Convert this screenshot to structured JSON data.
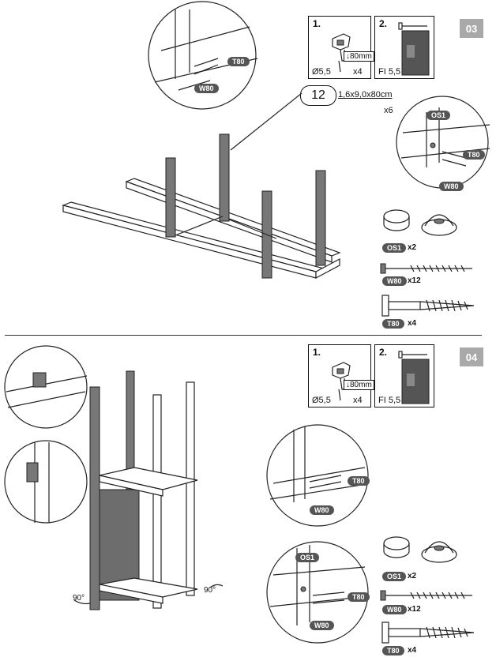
{
  "page": {
    "step_a": "03",
    "step_b": "04",
    "colors": {
      "badge": "#a9a9a9",
      "panel": "#777777",
      "tag": "#555555"
    }
  },
  "step03": {
    "tool1": {
      "num": "1.",
      "drill": "Ø5,5",
      "depth": "80mm",
      "depth_arrow": "↓",
      "qty": "x4"
    },
    "tool2": {
      "num": "2.",
      "screw": "FI 5,5"
    },
    "callout": {
      "number": "12",
      "dims": "1,6x9,0x80cm",
      "qty": "x6"
    },
    "detail_labels": {
      "t80": "T80",
      "w80": "W80",
      "os1": "OS1"
    },
    "parts": [
      {
        "code": "OS1",
        "qty": "x2",
        "icon": "cap-icon"
      },
      {
        "code": "W80",
        "qty": "x12",
        "icon": "wood-screw-icon"
      },
      {
        "code": "T80",
        "qty": "x4",
        "icon": "bolt-icon"
      }
    ]
  },
  "step04": {
    "tool1": {
      "num": "1.",
      "drill": "Ø5,5",
      "depth": "80mm",
      "depth_arrow": "↓",
      "qty": "x4"
    },
    "tool2": {
      "num": "2.",
      "screw": "FI 5,5"
    },
    "angles": {
      "left": "90°",
      "right": "90°"
    },
    "detail_labels": {
      "t80": "T80",
      "w80": "W80",
      "os1": "OS1"
    },
    "parts": [
      {
        "code": "OS1",
        "qty": "x2",
        "icon": "cap-icon"
      },
      {
        "code": "W80",
        "qty": "x12",
        "icon": "wood-screw-icon"
      },
      {
        "code": "T80",
        "qty": "x4",
        "icon": "bolt-icon"
      }
    ]
  }
}
